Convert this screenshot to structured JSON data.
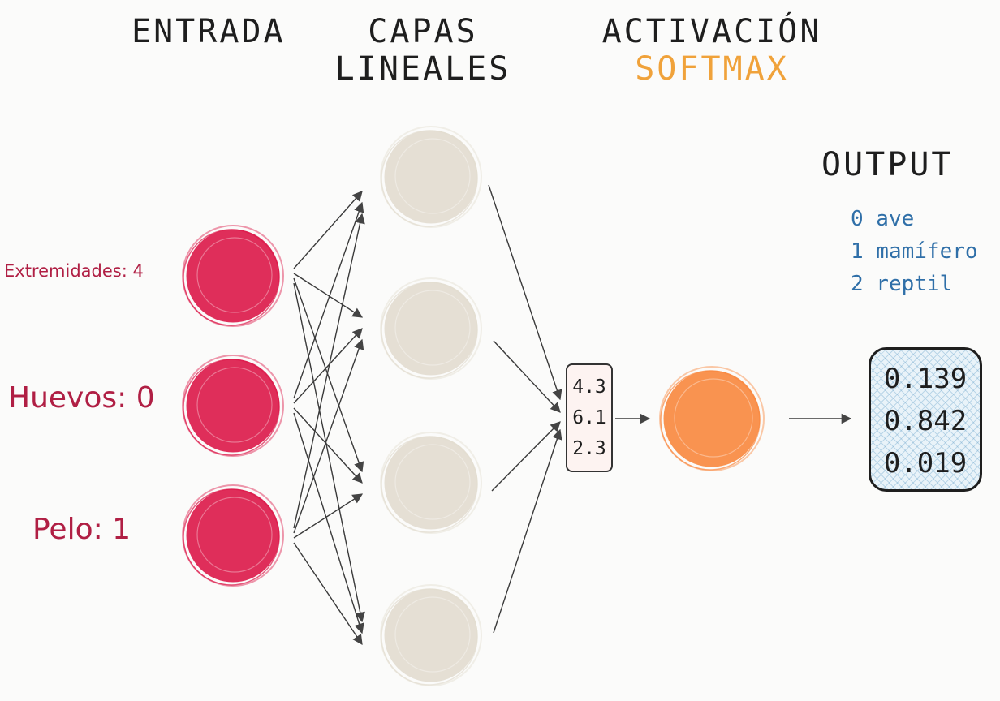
{
  "headers": {
    "entrada": "ENTRADA",
    "capas_line1": "CAPAS",
    "capas_line2": "LINEALES",
    "activacion": "ACTIVACIÓN",
    "softmax": "SOFTMAX",
    "output": "OUTPUT"
  },
  "inputs": [
    {
      "label": "Extremidades: 4"
    },
    {
      "label": "Huevos: 0"
    },
    {
      "label": "Pelo: 1"
    }
  ],
  "classes": [
    "0 ave",
    "1 mamífero",
    "2 reptil"
  ],
  "logits": [
    "4.3",
    "6.1",
    "2.3"
  ],
  "probabilities": [
    "0.139",
    "0.842",
    "0.019"
  ],
  "colors": {
    "input_node": "#dc1849",
    "hidden_node": "#e3ddd0",
    "softmax_node": "#f9883e",
    "softmax_text": "#f0a23a",
    "input_text": "#b01f44",
    "class_text": "#2f6fa8",
    "stroke": "#2a2a2a"
  }
}
